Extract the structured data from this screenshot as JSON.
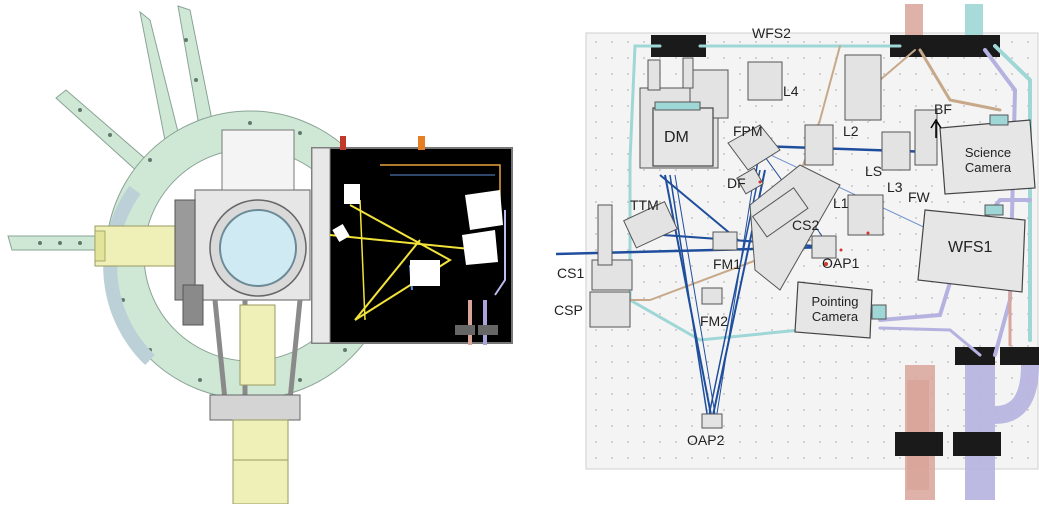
{
  "components": {
    "wfs2": "WFS2",
    "l4": "L4",
    "dm": "DM",
    "fpm": "FPM",
    "l2": "L2",
    "bf": "BF",
    "df": "DF",
    "ls": "LS",
    "l3": "L3",
    "fw": "FW",
    "science_camera": "Science\nCamera",
    "ttm": "TTM",
    "l1": "L1",
    "cs2": "CS2",
    "wfs1": "WFS1",
    "oap1": "OAP1",
    "fm1": "FM1",
    "cs1": "CS1",
    "csp": "CSP",
    "pointing_camera": "Pointing\nCamera",
    "fm2": "FM2",
    "oap2": "OAP2"
  },
  "colors": {
    "mount_green": "#cfe8d6",
    "mount_outline": "#8aa395",
    "bench_black": "#000000",
    "beam_blue": "#1f4e9c",
    "beam_yellow": "#f2e33a",
    "pipe_teal": "#8fd3d3",
    "pipe_purple": "#a9a4dc",
    "pipe_pink": "#d9a59a",
    "pipe_tan": "#c7a98a",
    "breadboard": "#f4f4f4"
  }
}
